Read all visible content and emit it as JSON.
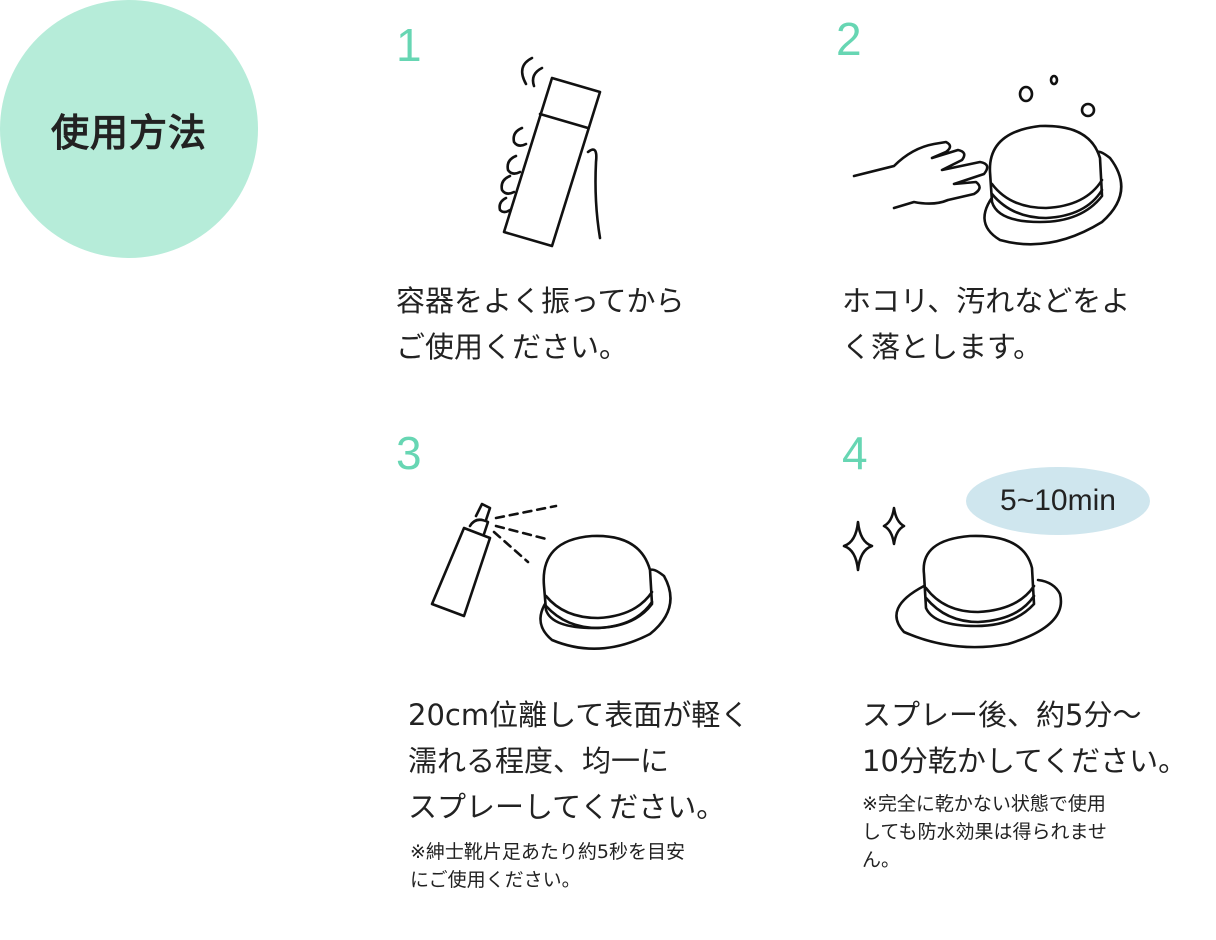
{
  "header": {
    "title": "使用方法"
  },
  "accent_color": "#67d6b3",
  "badge_color": "#b6ecd9",
  "pill_color": "#cfe6ee",
  "steps": [
    {
      "number": "1",
      "illustration": "shake-bottle-icon",
      "lines": [
        "容器をよく振ってから",
        "ご使用ください。"
      ]
    },
    {
      "number": "2",
      "illustration": "brush-hat-icon",
      "lines": [
        "ホコリ、汚れなどをよ",
        "く落とします。"
      ]
    },
    {
      "number": "3",
      "illustration": "spray-hat-icon",
      "lines": [
        "20cm位離して表面が軽く",
        "濡れる程度、均一に",
        "スプレーしてください。"
      ],
      "notes": [
        "※紳士靴片足あたり約5秒を目安",
        "にご使用ください。"
      ]
    },
    {
      "number": "4",
      "illustration": "sparkle-hat-icon",
      "time_label": "5~10min",
      "lines": [
        "スプレー後、約5分〜",
        "10分乾かしてください。"
      ],
      "notes": [
        "※完全に乾かない状態で使用",
        "しても防水効果は得られませ",
        "ん。"
      ]
    }
  ]
}
